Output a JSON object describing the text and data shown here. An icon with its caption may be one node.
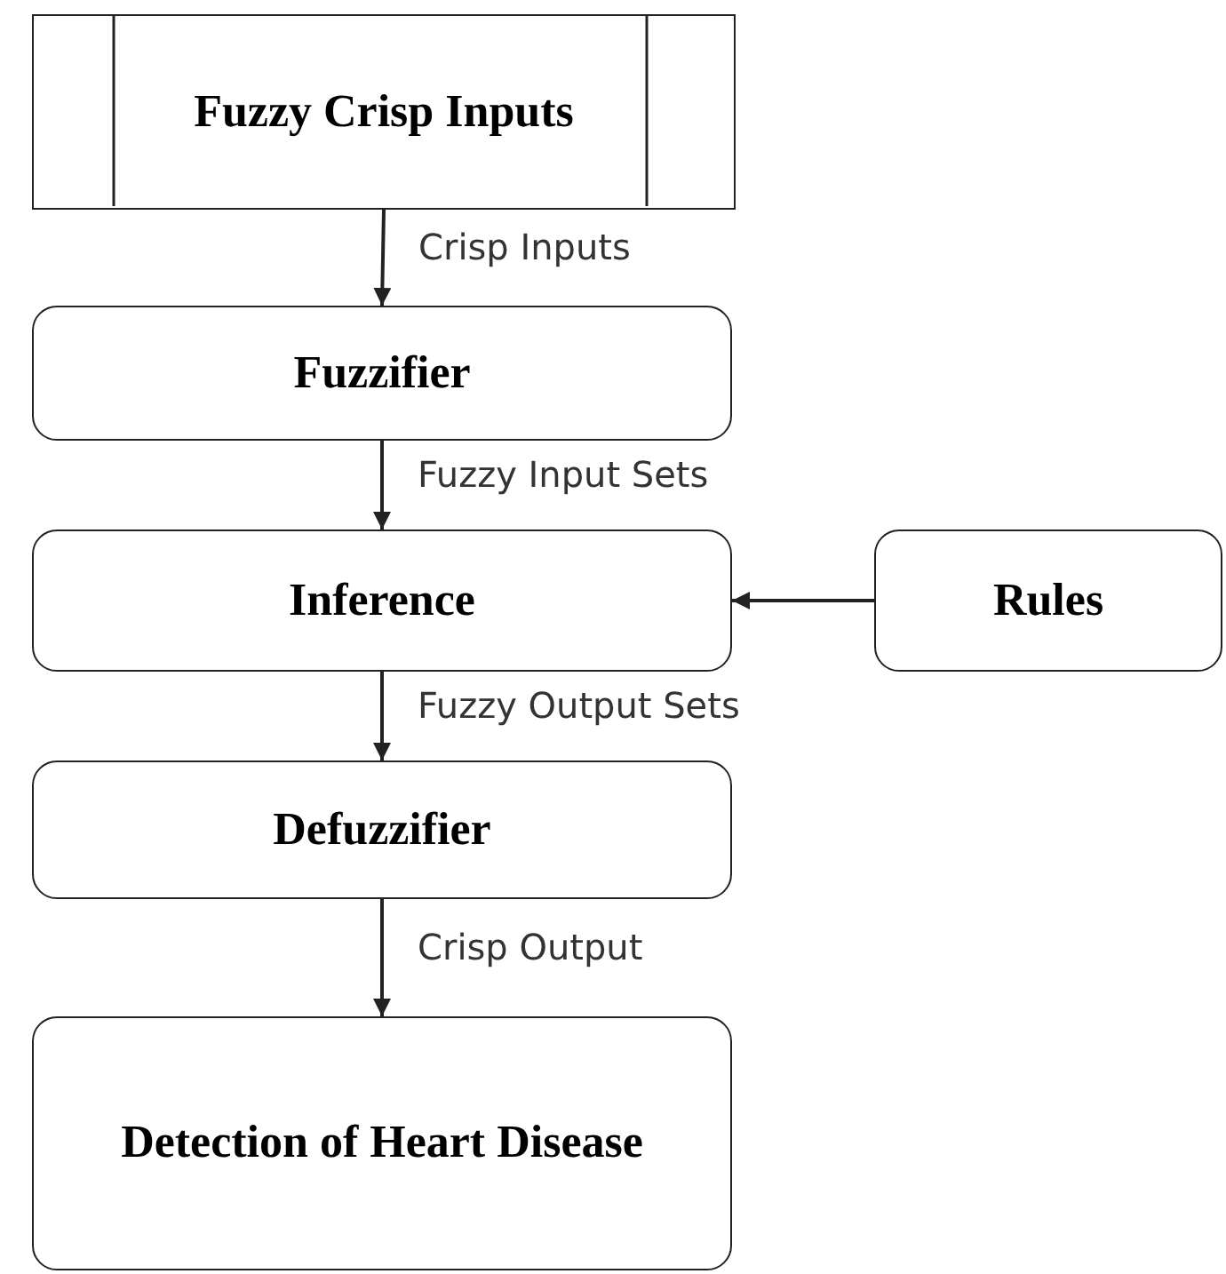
{
  "diagram": {
    "nodes": [
      {
        "text": [
          "Fuzzy Crisp Inputs"
        ]
      },
      {
        "text": [
          "Fuzzifier"
        ]
      },
      {
        "text": [
          "Inference"
        ]
      },
      {
        "text": [
          "Rules"
        ]
      },
      {
        "text": [
          "Defuzzifier"
        ]
      },
      {
        "text": [
          "Detection of Heart Disease"
        ]
      }
    ],
    "edges": [
      {
        "from": 0,
        "to": 1,
        "arrow": "to",
        "label": "Crisp Inputs"
      },
      {
        "from": 1,
        "to": 2,
        "arrow": "to",
        "label": "Fuzzy Input Sets"
      },
      {
        "from": 3,
        "to": 2,
        "arrow": "to"
      },
      {
        "from": 2,
        "to": 4,
        "arrow": "to",
        "label": "Fuzzy Output Sets"
      },
      {
        "from": 4,
        "to": 5,
        "arrow": "to",
        "label": "Crisp Output"
      }
    ]
  }
}
